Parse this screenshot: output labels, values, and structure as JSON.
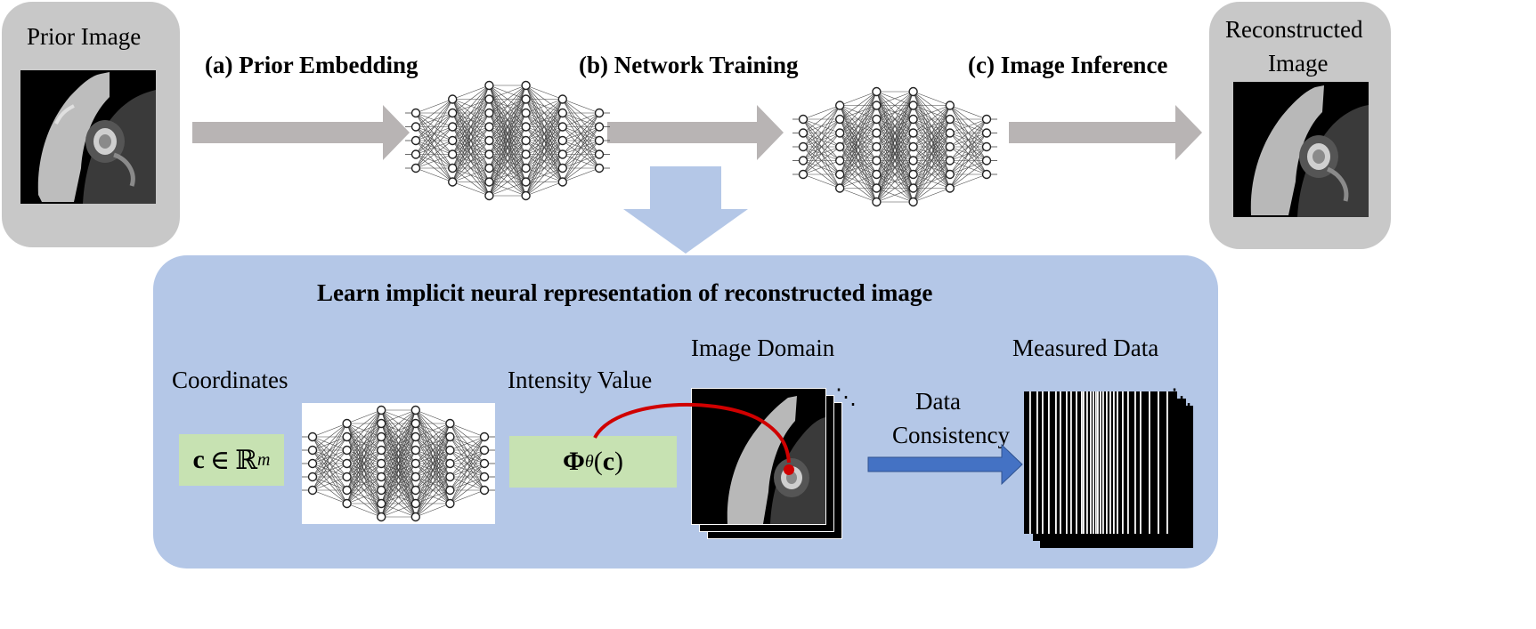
{
  "prior": {
    "label": "Prior Image"
  },
  "recon": {
    "line1": "Reconstructed",
    "line2": "Image"
  },
  "steps": {
    "a": "(a) Prior Embedding",
    "b": "(b) Network Training",
    "c": "(c) Image Inference"
  },
  "inr": {
    "title": "Learn implicit neural representation of reconstructed image",
    "coordinates_label": "Coordinates",
    "coord_expr": {
      "c": "c",
      "in": "∈",
      "R": "ℝ",
      "m": "m"
    },
    "intensity_label": "Intensity Value",
    "intensity_expr": {
      "Phi": "Φ",
      "theta": "θ",
      "open": "(",
      "c": "c",
      "close": ")"
    },
    "image_domain_label": "Image Domain",
    "data_consistency_line1": "Data",
    "data_consistency_line2": "Consistency",
    "measured_label": "Measured Data",
    "ellipsis": "⋱"
  },
  "colors": {
    "gray_panel": "#c8c8c8",
    "gray_arrow": "#b8b4b4",
    "blue_panel": "#b4c7e7",
    "blue_arrow": "#4472c4",
    "green_box": "#c7e2b2",
    "red_curve": "#d00000"
  }
}
